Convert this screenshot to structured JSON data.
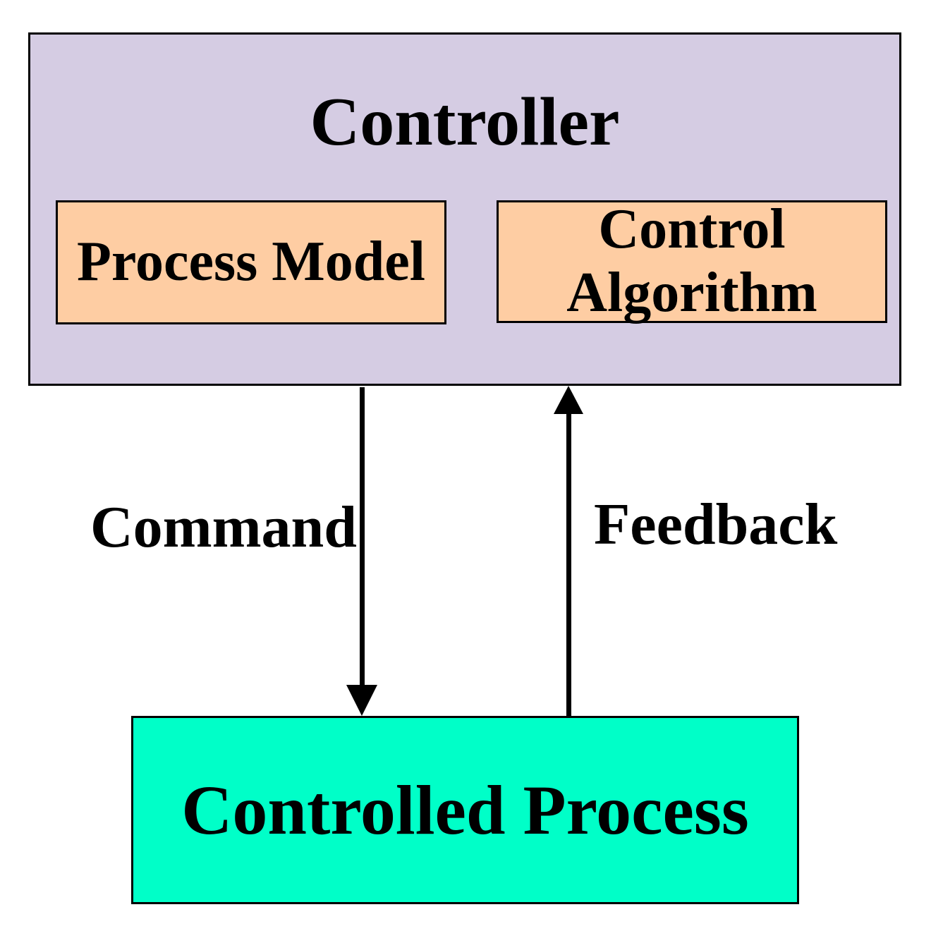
{
  "diagram": {
    "type": "control-loop-block-diagram",
    "controller": {
      "label": "Controller",
      "fill": "#D5CCE3",
      "children": [
        {
          "label": "Process Model"
        },
        {
          "label": "Control Algorithm"
        }
      ],
      "child_fill": "#FECDA3"
    },
    "process_model": {
      "label": "Process Model"
    },
    "control_algorithm": {
      "label": "Control Algorithm"
    },
    "controlled_process": {
      "label": "Controlled Process",
      "fill": "#00FFC8"
    },
    "arrows": [
      {
        "label": "Command",
        "direction": "down",
        "from": "Controller",
        "to": "Controlled Process"
      },
      {
        "label": "Feedback",
        "direction": "up",
        "from": "Controlled Process",
        "to": "Controller"
      }
    ],
    "colors": {
      "controller_fill": "#D5CCE3",
      "inner_box_fill": "#FECDA3",
      "controlled_process_fill": "#00FFC8",
      "border": "#000000",
      "background": "#FFFFFF",
      "text": "#000000"
    }
  }
}
